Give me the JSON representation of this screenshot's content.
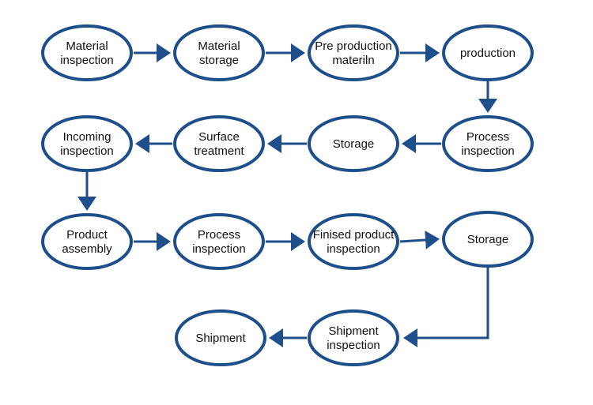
{
  "colors": {
    "stroke": "#1f4f8b",
    "arrow": "#1f4f8b",
    "text": "#111111",
    "background": "#ffffff"
  },
  "flow": {
    "nodes": [
      {
        "id": "n1",
        "lines": [
          "Material",
          "inspection"
        ]
      },
      {
        "id": "n2",
        "lines": [
          "Material",
          "storage"
        ]
      },
      {
        "id": "n3",
        "lines": [
          "Pre production",
          "materiln"
        ]
      },
      {
        "id": "n4",
        "lines": [
          "production"
        ]
      },
      {
        "id": "n5",
        "lines": [
          "Process",
          "inspection"
        ]
      },
      {
        "id": "n6",
        "lines": [
          "Storage"
        ]
      },
      {
        "id": "n7",
        "lines": [
          "Surface",
          "treatment"
        ]
      },
      {
        "id": "n8",
        "lines": [
          "Incoming",
          "inspection"
        ]
      },
      {
        "id": "n9",
        "lines": [
          "Product",
          "assembly"
        ]
      },
      {
        "id": "n10",
        "lines": [
          "Process",
          "inspection"
        ]
      },
      {
        "id": "n11",
        "lines": [
          "Finised product",
          "inspection"
        ]
      },
      {
        "id": "n12",
        "lines": [
          "Storage"
        ]
      },
      {
        "id": "n13",
        "lines": [
          "Shipment",
          "inspection"
        ]
      },
      {
        "id": "n14",
        "lines": [
          "Shipment"
        ]
      }
    ],
    "edges": [
      [
        "n1",
        "n2"
      ],
      [
        "n2",
        "n3"
      ],
      [
        "n3",
        "n4"
      ],
      [
        "n4",
        "n5"
      ],
      [
        "n5",
        "n6"
      ],
      [
        "n6",
        "n7"
      ],
      [
        "n7",
        "n8"
      ],
      [
        "n8",
        "n9"
      ],
      [
        "n9",
        "n10"
      ],
      [
        "n10",
        "n11"
      ],
      [
        "n11",
        "n12"
      ],
      [
        "n12",
        "n13"
      ],
      [
        "n13",
        "n14"
      ]
    ]
  }
}
